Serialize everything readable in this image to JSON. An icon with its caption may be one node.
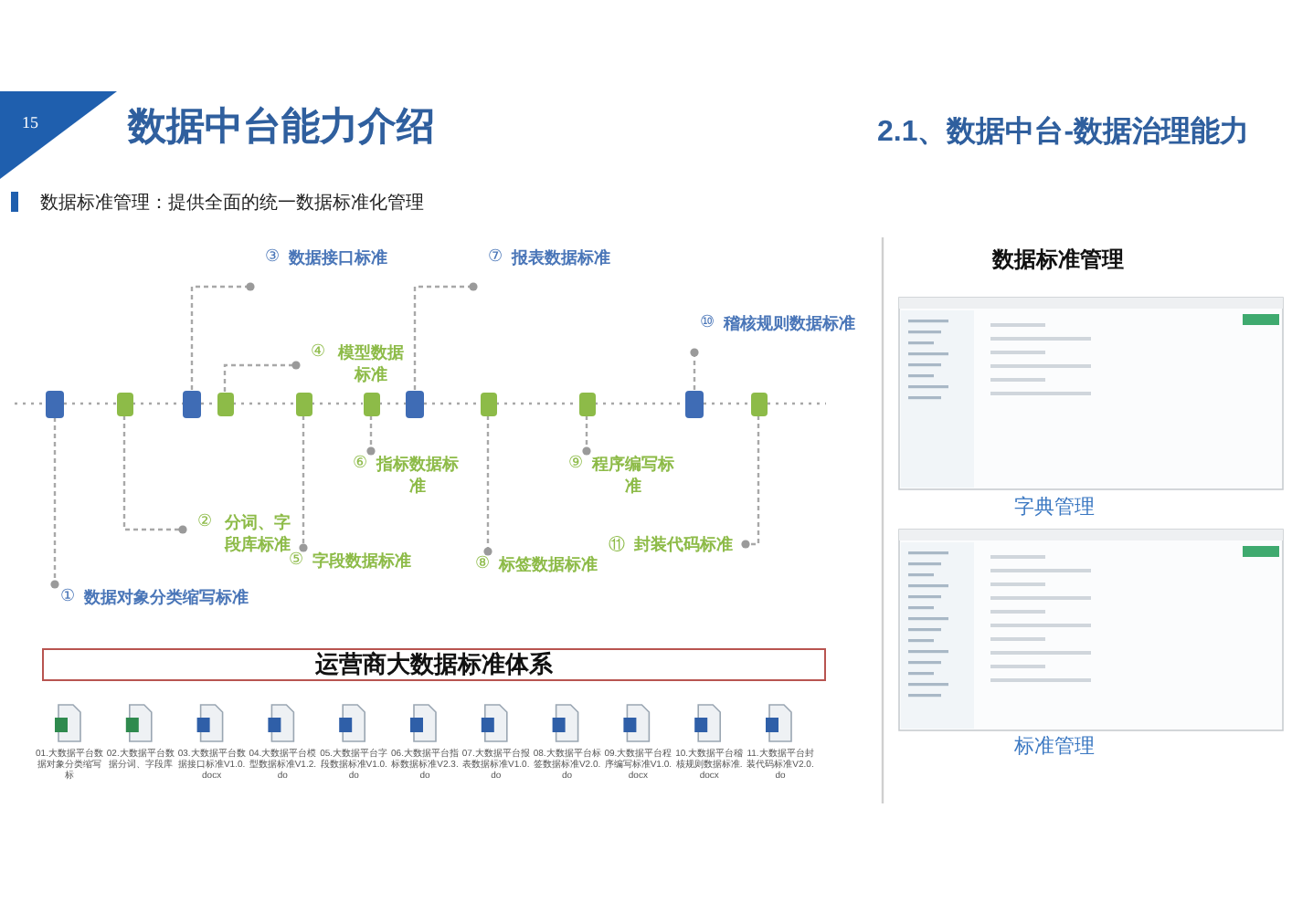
{
  "diagram": {
    "title": "数据中台能力介绍",
    "nodes": [
      {
        "text": [],
        "shape": "box"
      },
      {
        "text": [],
        "shape": "box"
      },
      {
        "text": [],
        "shape": "box"
      },
      {
        "text": [],
        "shape": "box"
      },
      {
        "text": [],
        "shape": "box"
      },
      {
        "text": [],
        "shape": "box"
      },
      {
        "text": [],
        "shape": "box"
      },
      {
        "text": [],
        "shape": "box"
      },
      {
        "text": [],
        "shape": "box"
      },
      {
        "text": [],
        "shape": "box"
      },
      {
        "text": [],
        "shape": "box"
      },
      {
        "text": [
          "①",
          "数据对象分类缩写标准"
        ]
      },
      {
        "text": [
          "②",
          "分词、字段库标准"
        ]
      },
      {
        "text": [
          "③",
          "数据接口标准"
        ]
      },
      {
        "text": [
          "④",
          "模型数据标准"
        ]
      },
      {
        "text": [
          "⑤",
          "字段数据标准"
        ]
      },
      {
        "text": [
          "⑥",
          "指标数据标准"
        ]
      },
      {
        "text": [
          "⑦",
          "报表数据标准"
        ]
      },
      {
        "text": [
          "⑧",
          "标签数据标准"
        ]
      },
      {
        "text": [
          "⑨",
          "程序编写标准"
        ]
      },
      {
        "text": [
          "⑩",
          "稽核规则数据标准"
        ]
      },
      {
        "text": [
          "⑪",
          "封装代码标准"
        ]
      },
      {
        "text": [
          "运营商大数据标准体系"
        ]
      }
    ],
    "edges": [
      {
        "from": 0,
        "to": 1,
        "arrow": "none",
        "style": "dashed"
      },
      {
        "from": 1,
        "to": 2,
        "arrow": "none",
        "style": "dashed"
      },
      {
        "from": 2,
        "to": 3,
        "arrow": "none",
        "style": "dashed"
      },
      {
        "from": 3,
        "to": 4,
        "arrow": "none",
        "style": "dashed"
      },
      {
        "from": 4,
        "to": 5,
        "arrow": "none",
        "style": "dashed"
      },
      {
        "from": 5,
        "to": 6,
        "arrow": "none",
        "style": "dashed"
      },
      {
        "from": 6,
        "to": 7,
        "arrow": "none",
        "style": "dashed"
      },
      {
        "from": 7,
        "to": 8,
        "arrow": "none",
        "style": "dashed"
      },
      {
        "from": 8,
        "to": 9,
        "arrow": "none",
        "style": "dashed"
      },
      {
        "from": 9,
        "to": 10,
        "arrow": "none",
        "style": "dashed"
      },
      {
        "from": 0,
        "to": 11,
        "arrow": "other",
        "style": "dashed"
      },
      {
        "from": 1,
        "to": 12,
        "arrow": "other",
        "style": "dashed"
      },
      {
        "from": 2,
        "to": 13,
        "arrow": "other",
        "style": "dashed"
      },
      {
        "from": 3,
        "to": 14,
        "arrow": "other",
        "style": "dashed"
      },
      {
        "from": 4,
        "to": 15,
        "arrow": "other",
        "style": "dashed"
      },
      {
        "from": 5,
        "to": 16,
        "arrow": "other",
        "style": "dashed"
      },
      {
        "from": 6,
        "to": 17,
        "arrow": "other",
        "style": "dashed"
      },
      {
        "from": 7,
        "to": 18,
        "arrow": "other",
        "style": "dashed"
      },
      {
        "from": 8,
        "to": 19,
        "arrow": "other",
        "style": "dashed"
      },
      {
        "from": 9,
        "to": 20,
        "arrow": "other",
        "style": "dashed"
      },
      {
        "from": 10,
        "to": 21,
        "arrow": "other",
        "style": "dashed"
      }
    ],
    "labels": [
      "15",
      "2.1、数据中台-数据治理能力",
      "数据标准管理：提供全面的统一数据标准化管理",
      "数据标准管理",
      "字典管理",
      "标准管理",
      "01.大数据平台数据对象分类缩写标",
      "02.大数据平台数据分词、字段库",
      "03.大数据平台数据接口标准V1.0.docx",
      "04.大数据平台模型数据标准V1.2.do",
      "05.大数据平台字段数据标准V1.0.do",
      "06.大数据平台指标数据标准V2.3.do",
      "07.大数据平台报表数据标准V1.0.do",
      "08.大数据平台标签数据标准V2.0.do",
      "09.大数据平台程序编写标准V1.0.docx",
      "10.大数据平台稽核规则数据标准.docx",
      "11.大数据平台封装代码标准V2.0.do"
    ]
  }
}
